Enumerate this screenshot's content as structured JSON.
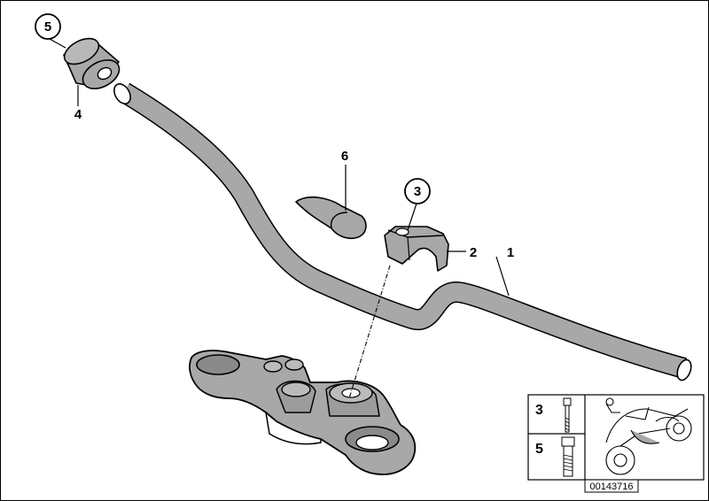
{
  "callouts": {
    "c1": "1",
    "c2": "2",
    "c3": "3",
    "c4": "4",
    "c5": "5",
    "c6": "6"
  },
  "inset": {
    "row1_label": "3",
    "row2_label": "5",
    "part_number": "00143716"
  },
  "colors": {
    "part_fill": "#a8a8a8",
    "shade_fill": "#8a8a8a",
    "outline": "#000000",
    "background": "#ffffff"
  }
}
